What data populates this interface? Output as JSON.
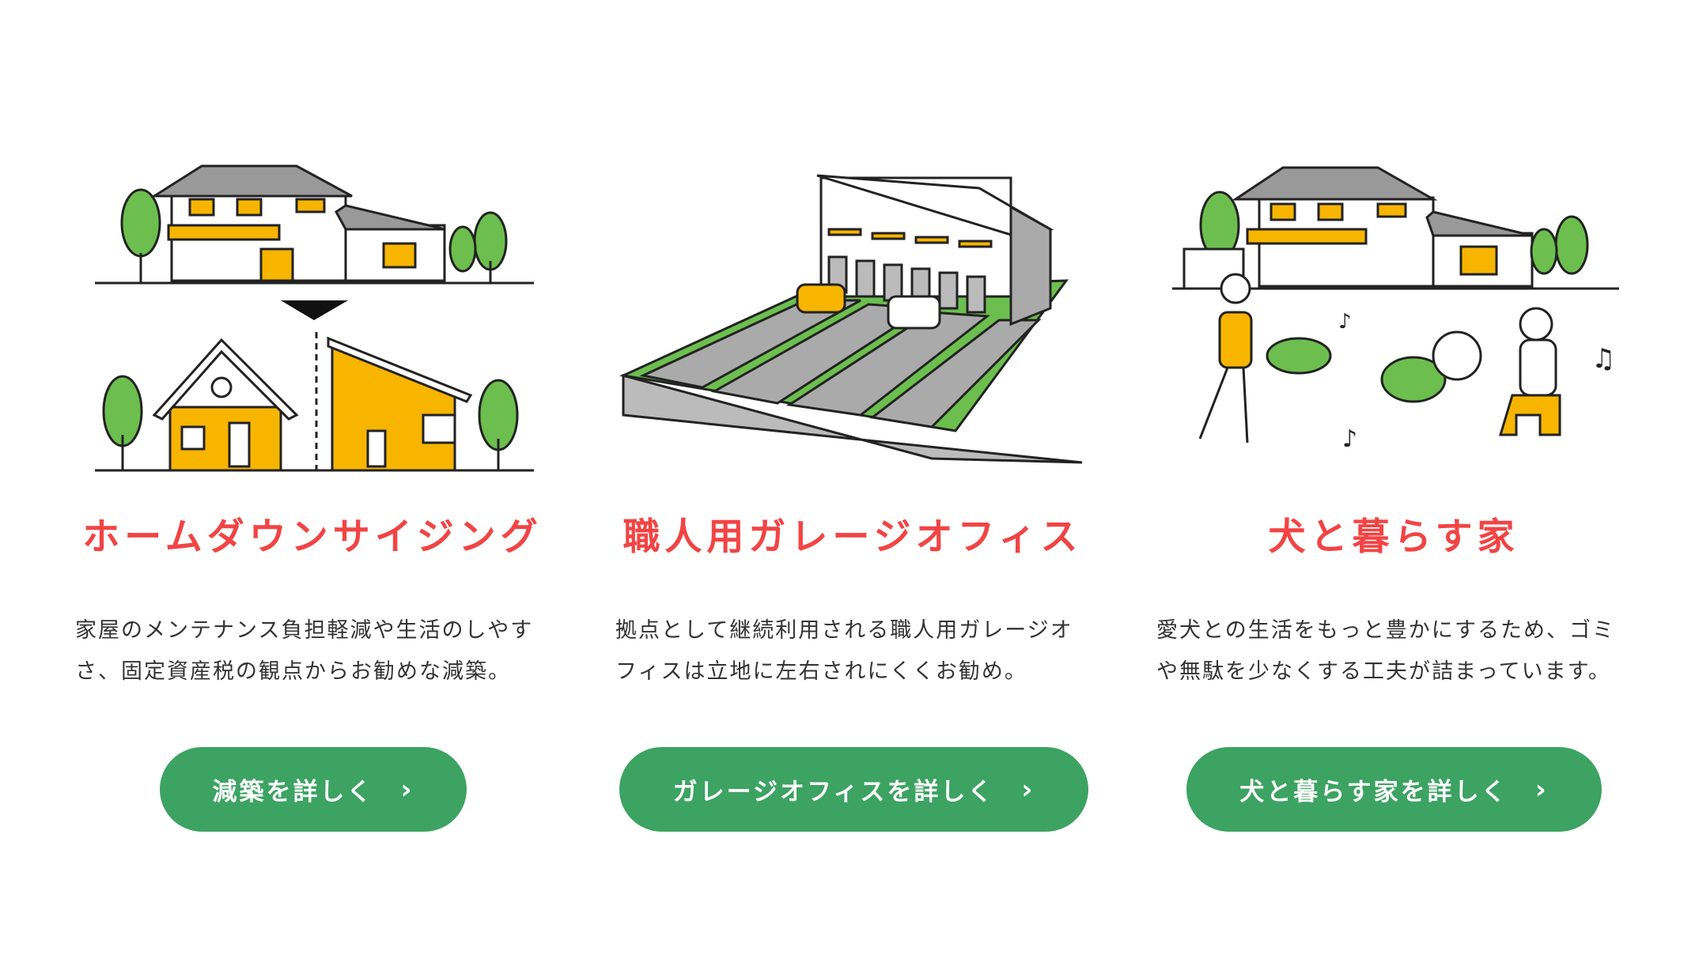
{
  "colors": {
    "title": "#f24444",
    "button": "#3ca362",
    "house_yellow": "#f7b500",
    "tree_green": "#6cbf4e"
  },
  "cards": [
    {
      "title": "ホームダウンサイジング",
      "desc_lines": [
        "家屋のメンテナンス負担軽減や生活のしやす",
        "さ、固定資産税の観点からお勧めな減築。"
      ],
      "button": "減築を詳しく",
      "icon": "chevron-right-icon"
    },
    {
      "title": "職人用ガレージオフィス",
      "desc_lines": [
        "拠点として継続利用される職人用ガレージオ",
        "フィスは立地に左右されにくくお勧め。"
      ],
      "button": "ガレージオフィスを詳しく",
      "icon": "chevron-right-icon"
    },
    {
      "title": "犬と暮らす家",
      "desc_lines": [
        "愛犬との生活をもっと豊かにするため、ゴミ",
        "や無駄を少なくする工夫が詰まっています。"
      ],
      "button": "犬と暮らす家を詳しく",
      "icon": "chevron-right-icon"
    }
  ]
}
